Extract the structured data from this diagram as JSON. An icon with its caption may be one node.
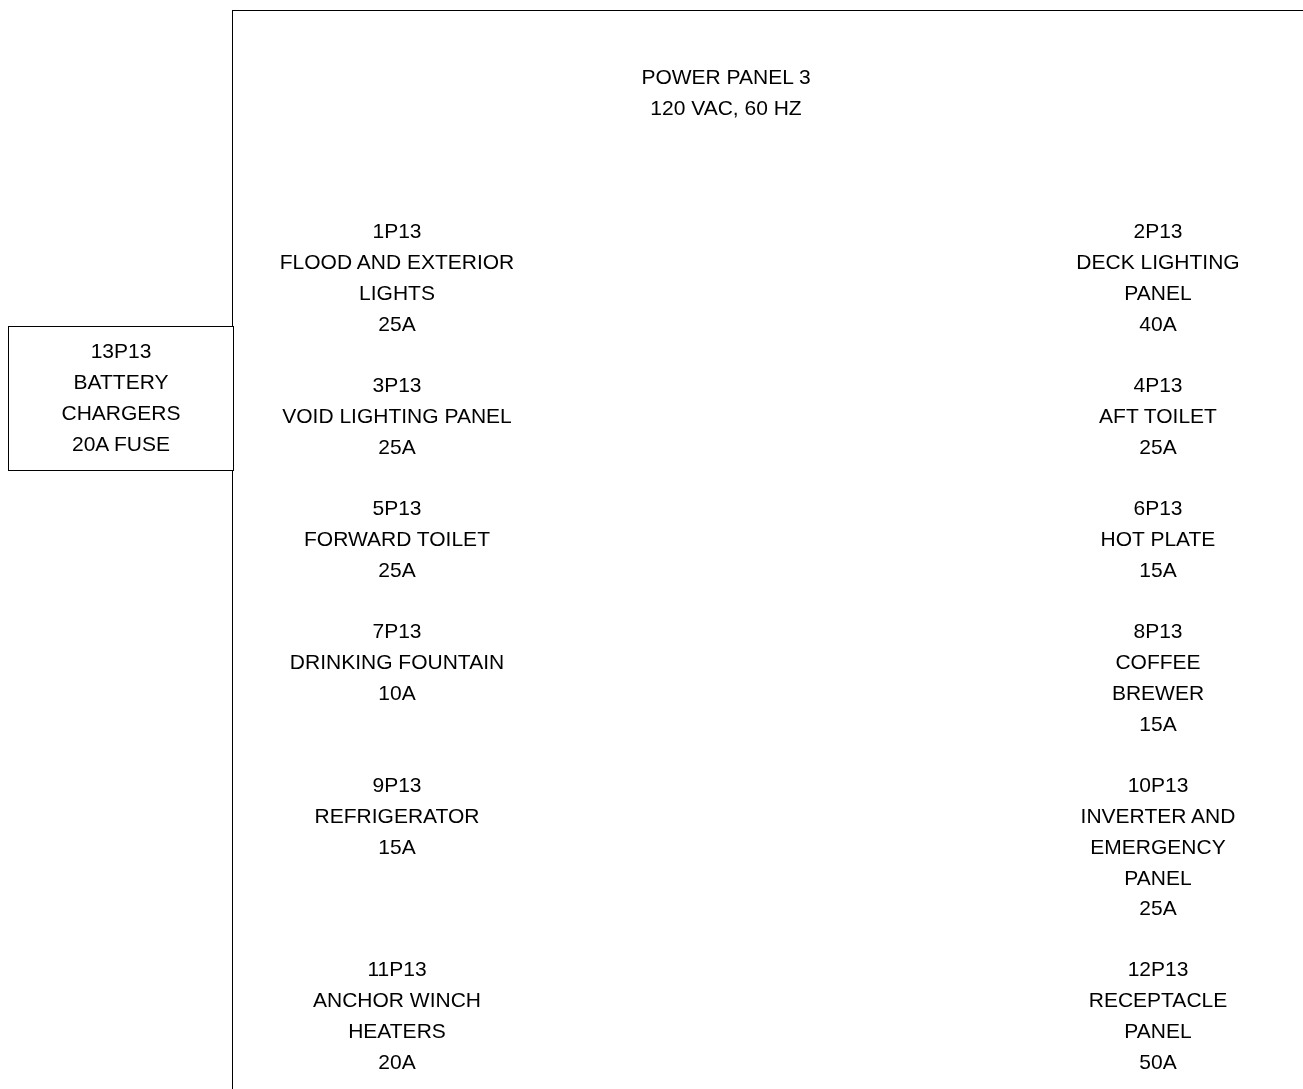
{
  "diagram": {
    "nodes": [
      {
        "text": [
          "POWER PANEL 3",
          "120 VAC, 60 HZ"
        ]
      },
      {
        "text": [
          "13P13",
          "BATTERY CHARGERS",
          "20A FUSE"
        ]
      }
    ],
    "labels": [
      "1P13",
      "FLOOD AND EXTERIOR LIGHTS",
      "25A",
      "2P13",
      "DECK LIGHTING PANEL",
      "40A",
      "3P13",
      "VOID LIGHTING PANEL",
      "25A",
      "4P13",
      "AFT TOILET",
      "25A",
      "5P13",
      "FORWARD TOILET",
      "25A",
      "6P13",
      "HOT PLATE",
      "15A",
      "7P13",
      "DRINKING FOUNTAIN",
      "10A",
      "8P13",
      "COFFEE BREWER",
      "15A",
      "9P13",
      "REFRIGERATOR",
      "15A",
      "10P13",
      "INVERTER AND EMERGENCY PANEL",
      "25A",
      "11P13",
      "ANCHOR WINCH HEATERS",
      "20A",
      "12P13",
      "RECEPTACLE PANEL",
      "50A"
    ]
  }
}
